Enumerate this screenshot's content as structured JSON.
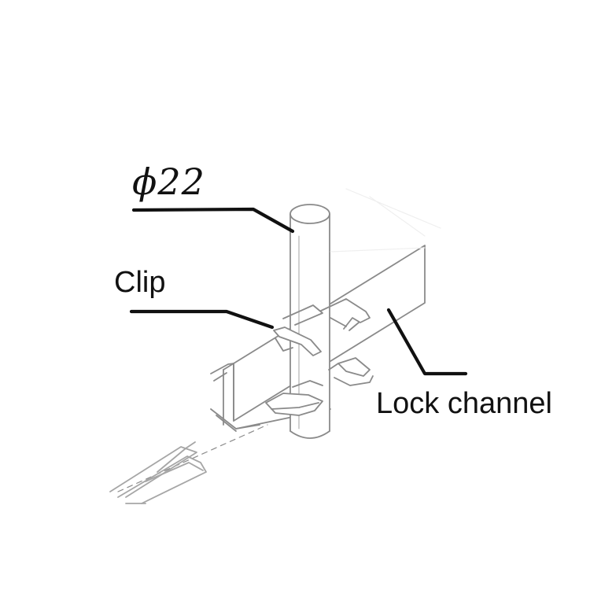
{
  "labels": {
    "diameter": "ϕ22",
    "clip": "Clip",
    "lock_channel": "Lock channel"
  },
  "colors": {
    "line_art": "#8a8a8a",
    "leader": "#111111",
    "text": "#111111"
  }
}
